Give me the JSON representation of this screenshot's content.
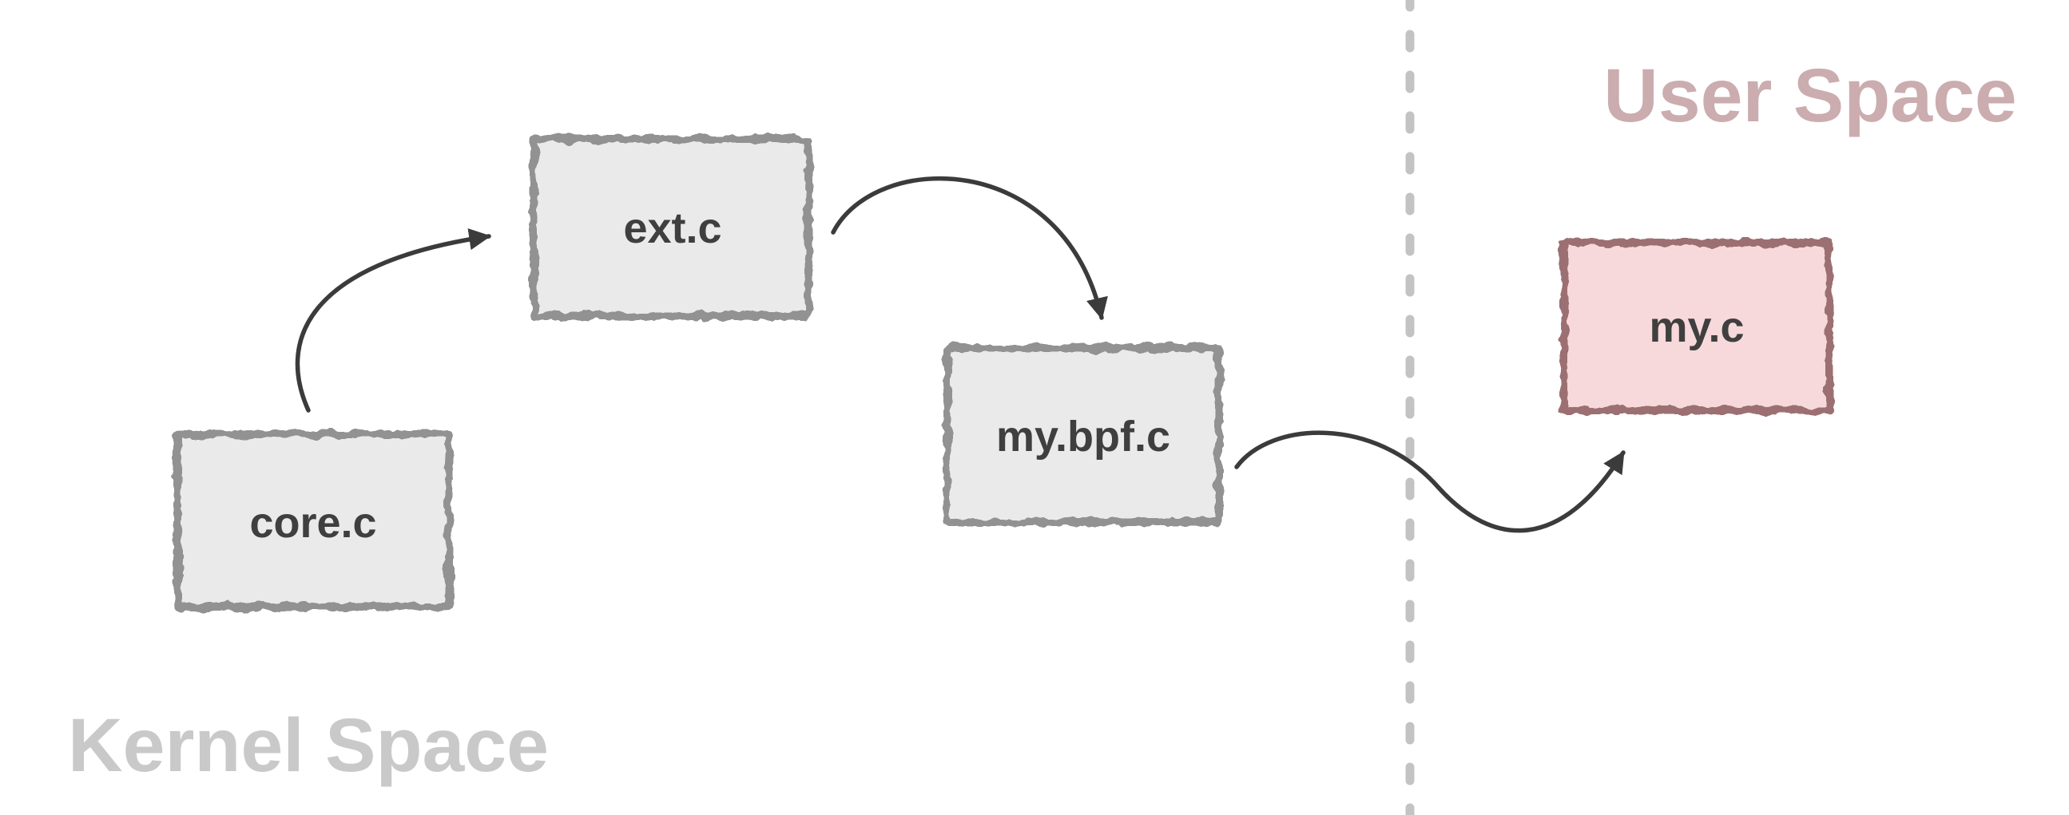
{
  "diagram": {
    "regions": [
      {
        "id": "kernel-space",
        "label": "Kernel Space",
        "color": "#c9c9c9"
      },
      {
        "id": "user-space",
        "label": "User Space",
        "color": "#cbacaf"
      }
    ],
    "divider": {
      "style": "dashed",
      "color": "#c3c3c3"
    },
    "nodes": [
      {
        "id": "core",
        "label": "core.c",
        "fill": "#eaeaea",
        "border": "#929292",
        "text_color": "#3f3f3f",
        "region": "Kernel Space"
      },
      {
        "id": "ext",
        "label": "ext.c",
        "fill": "#eaeaea",
        "border": "#929292",
        "text_color": "#3f3f3f",
        "region": "Kernel Space"
      },
      {
        "id": "my-bpf",
        "label": "my.bpf.c",
        "fill": "#eaeaea",
        "border": "#929292",
        "text_color": "#3f3f3f",
        "region": "Kernel Space"
      },
      {
        "id": "my",
        "label": "my.c",
        "fill": "#f7d9db",
        "border": "#9c6f72",
        "text_color": "#3f3f3f",
        "region": "User Space"
      }
    ],
    "edges": [
      {
        "from": "core.c",
        "to": "ext.c"
      },
      {
        "from": "ext.c",
        "to": "my.bpf.c"
      },
      {
        "from": "my.bpf.c",
        "to": "my.c"
      }
    ],
    "edge_color": "#3b3b3b"
  }
}
